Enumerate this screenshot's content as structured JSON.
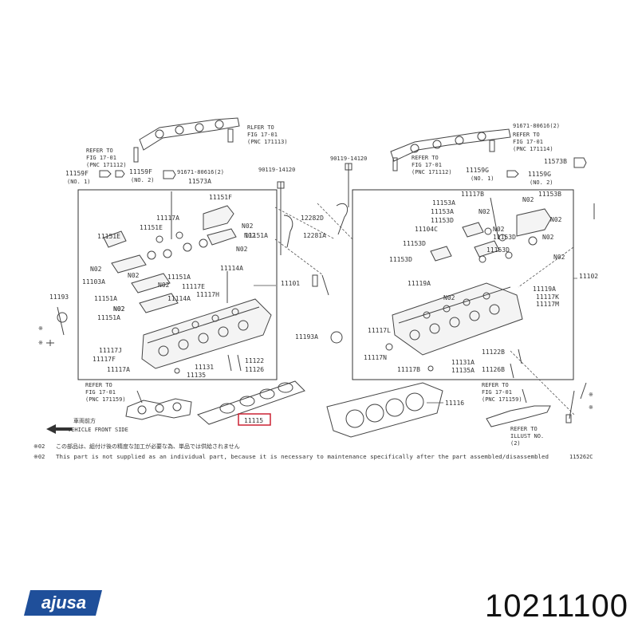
{
  "labels": {
    "ref_fig_top_left": [
      "RLFER TO",
      "FIG 17-01",
      "(PNC 171113)"
    ],
    "ref_fig_left": [
      "REFER TO",
      "FIG 17-01",
      "(PNC 171112)"
    ],
    "ref_91671_left": "91671-80616(2)",
    "ref_90119_left": "90119-14120",
    "ref_90119_right": "90119-14120",
    "ref_91671_right": "91671-80616(2)",
    "ref_fig_top_right": [
      "REFER TO",
      "FIG 17-01",
      "(PNC 171114)"
    ],
    "ref_fig_mid_right": [
      "REFER TO",
      "FIG 17-01",
      "(PNC 171112)"
    ],
    "ref_fig_bot_left": [
      "REFER TO",
      "FIG 17-01",
      "(PNC 171159)"
    ],
    "ref_fig_bot_right": [
      "REFER TO",
      "FIG 17-01",
      "(PNC 171159)"
    ],
    "ref_illust": [
      "REFER TO",
      "ILLUST NO.",
      "(2)"
    ],
    "no_marks": [
      "(NO. 1)",
      "(NO. 2)",
      "(NO. 1)",
      "(NO. 2)"
    ],
    "left_parts": [
      "11159F",
      "11159F",
      "11573A",
      "11151F",
      "11117A",
      "N02",
      "11151E",
      "11151E",
      "N02",
      "N02",
      "11151A",
      "N02",
      "N02",
      "N02",
      "11103A",
      "N02",
      "11151A",
      "11117E",
      "11114A",
      "11117H",
      "11151A",
      "11114A",
      "11151A",
      "N02",
      "11193",
      "11117J",
      "11117F",
      "11117A",
      "11131",
      "11135",
      "11122",
      "11126",
      "11101",
      "12282D",
      "12281A"
    ],
    "right_parts": [
      "11159G",
      "11159G",
      "11573B",
      "11117B",
      "N02",
      "11153B",
      "11153A",
      "11153A",
      "11153D",
      "11104C",
      "N02",
      "N02",
      "11153D",
      "N02",
      "11153D",
      "11153D",
      "N02",
      "11153D",
      "N02",
      "11119A",
      "11119A",
      "11117K",
      "11117M",
      "N02",
      "11102",
      "11193A",
      "11117L",
      "11117N",
      "11117B",
      "11131A",
      "11135A",
      "11122B",
      "11126B"
    ],
    "gasket_left": "11115",
    "gasket_right": "11116",
    "front_side": [
      "車両前方",
      "VEHICLE FRONT SIDE"
    ],
    "note_jp": "この部品は、組付け後の精度な加工が必要な為、単品では供給されません",
    "note_en": "This part is not supplied as an individual part, because it is necessary to maintenance specifically after the part assembled/disassembled",
    "note_markers": [
      "※02",
      "※02"
    ],
    "illust_code": "115262C"
  },
  "brand": {
    "logo_text": "ajusa",
    "color": "#1f4f9a"
  },
  "part_number": "10211100"
}
